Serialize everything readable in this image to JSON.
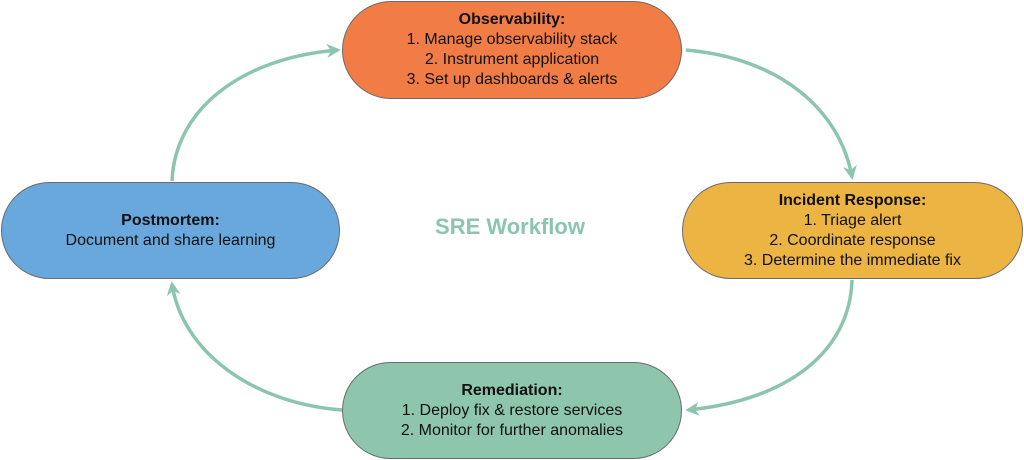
{
  "diagram": {
    "title": "SRE Workflow",
    "colors": {
      "arrow": "#8cc5ad",
      "title": "#8cc5ad",
      "observability": "#f27c45",
      "incident_response": "#ecb443",
      "remediation": "#8ec5ad",
      "postmortem": "#68a8dc"
    },
    "nodes": {
      "observability": {
        "title": "Observability:",
        "lines": [
          "1. Manage observability stack",
          "2. Instrument application",
          "3. Set up dashboards & alerts"
        ]
      },
      "incident_response": {
        "title": "Incident Response:",
        "lines": [
          "1. Triage alert",
          "2. Coordinate response",
          "3. Determine the immediate fix"
        ]
      },
      "remediation": {
        "title": "Remediation:",
        "lines": [
          "1. Deploy fix & restore services",
          "2. Monitor for further anomalies"
        ]
      },
      "postmortem": {
        "title": "Postmortem:",
        "lines": [
          "Document and share learning"
        ]
      }
    },
    "flow": [
      {
        "from": "postmortem",
        "to": "observability"
      },
      {
        "from": "observability",
        "to": "incident_response"
      },
      {
        "from": "incident_response",
        "to": "remediation"
      },
      {
        "from": "remediation",
        "to": "postmortem"
      }
    ]
  }
}
